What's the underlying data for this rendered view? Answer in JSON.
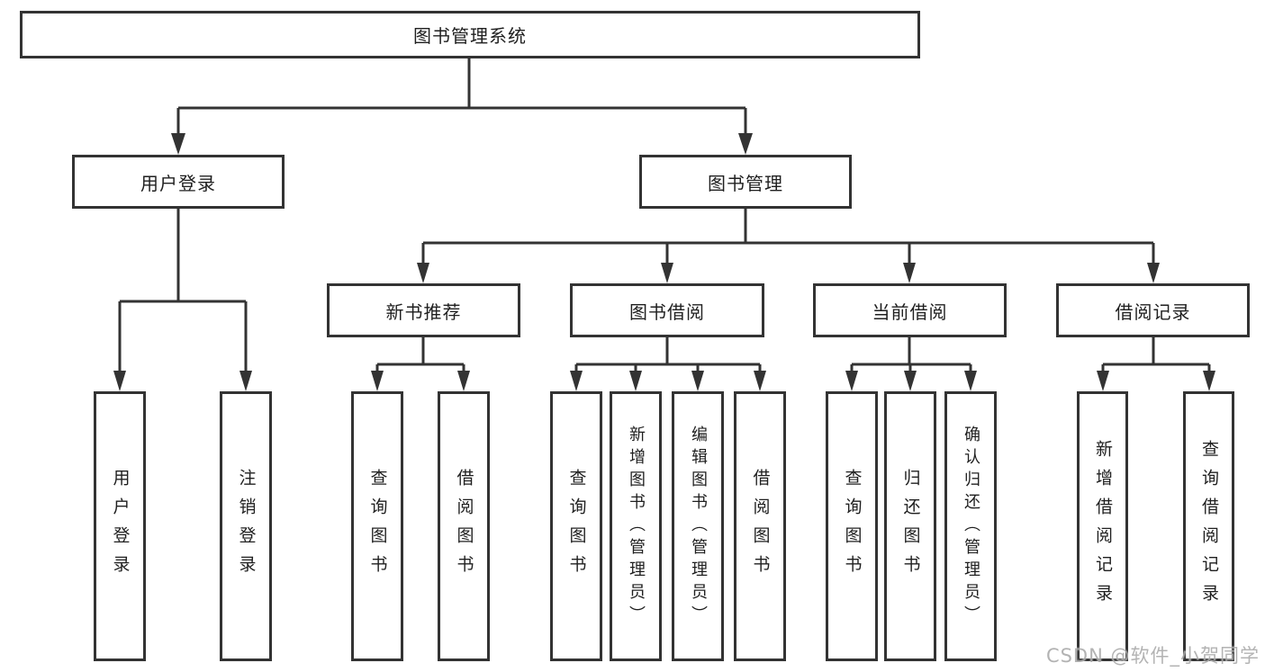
{
  "tree": {
    "label": "图书管理系统",
    "children": [
      {
        "label": "用户登录",
        "children": [
          {
            "label": "用户登录"
          },
          {
            "label": "注销登录"
          }
        ]
      },
      {
        "label": "图书管理",
        "children": [
          {
            "label": "新书推荐",
            "children": [
              {
                "label": "查询图书"
              },
              {
                "label": "借阅图书"
              }
            ]
          },
          {
            "label": "图书借阅",
            "children": [
              {
                "label": "查询图书"
              },
              {
                "label": "新增图书（管理员）"
              },
              {
                "label": "编辑图书（管理员）"
              },
              {
                "label": "借阅图书"
              }
            ]
          },
          {
            "label": "当前借阅",
            "children": [
              {
                "label": "查询图书"
              },
              {
                "label": "归还图书"
              },
              {
                "label": "确认归还（管理员）"
              }
            ]
          },
          {
            "label": "借阅记录",
            "children": [
              {
                "label": "新增借阅记录"
              },
              {
                "label": "查询借阅记录"
              }
            ]
          }
        ]
      }
    ]
  },
  "watermark": {
    "text": "CSDN @软件_小贺同学"
  },
  "colors": {
    "line": "#333333",
    "box_bg": "#ffffff",
    "text": "#1f1f1f",
    "watermark": "#ababab",
    "background": "#ffffff"
  }
}
